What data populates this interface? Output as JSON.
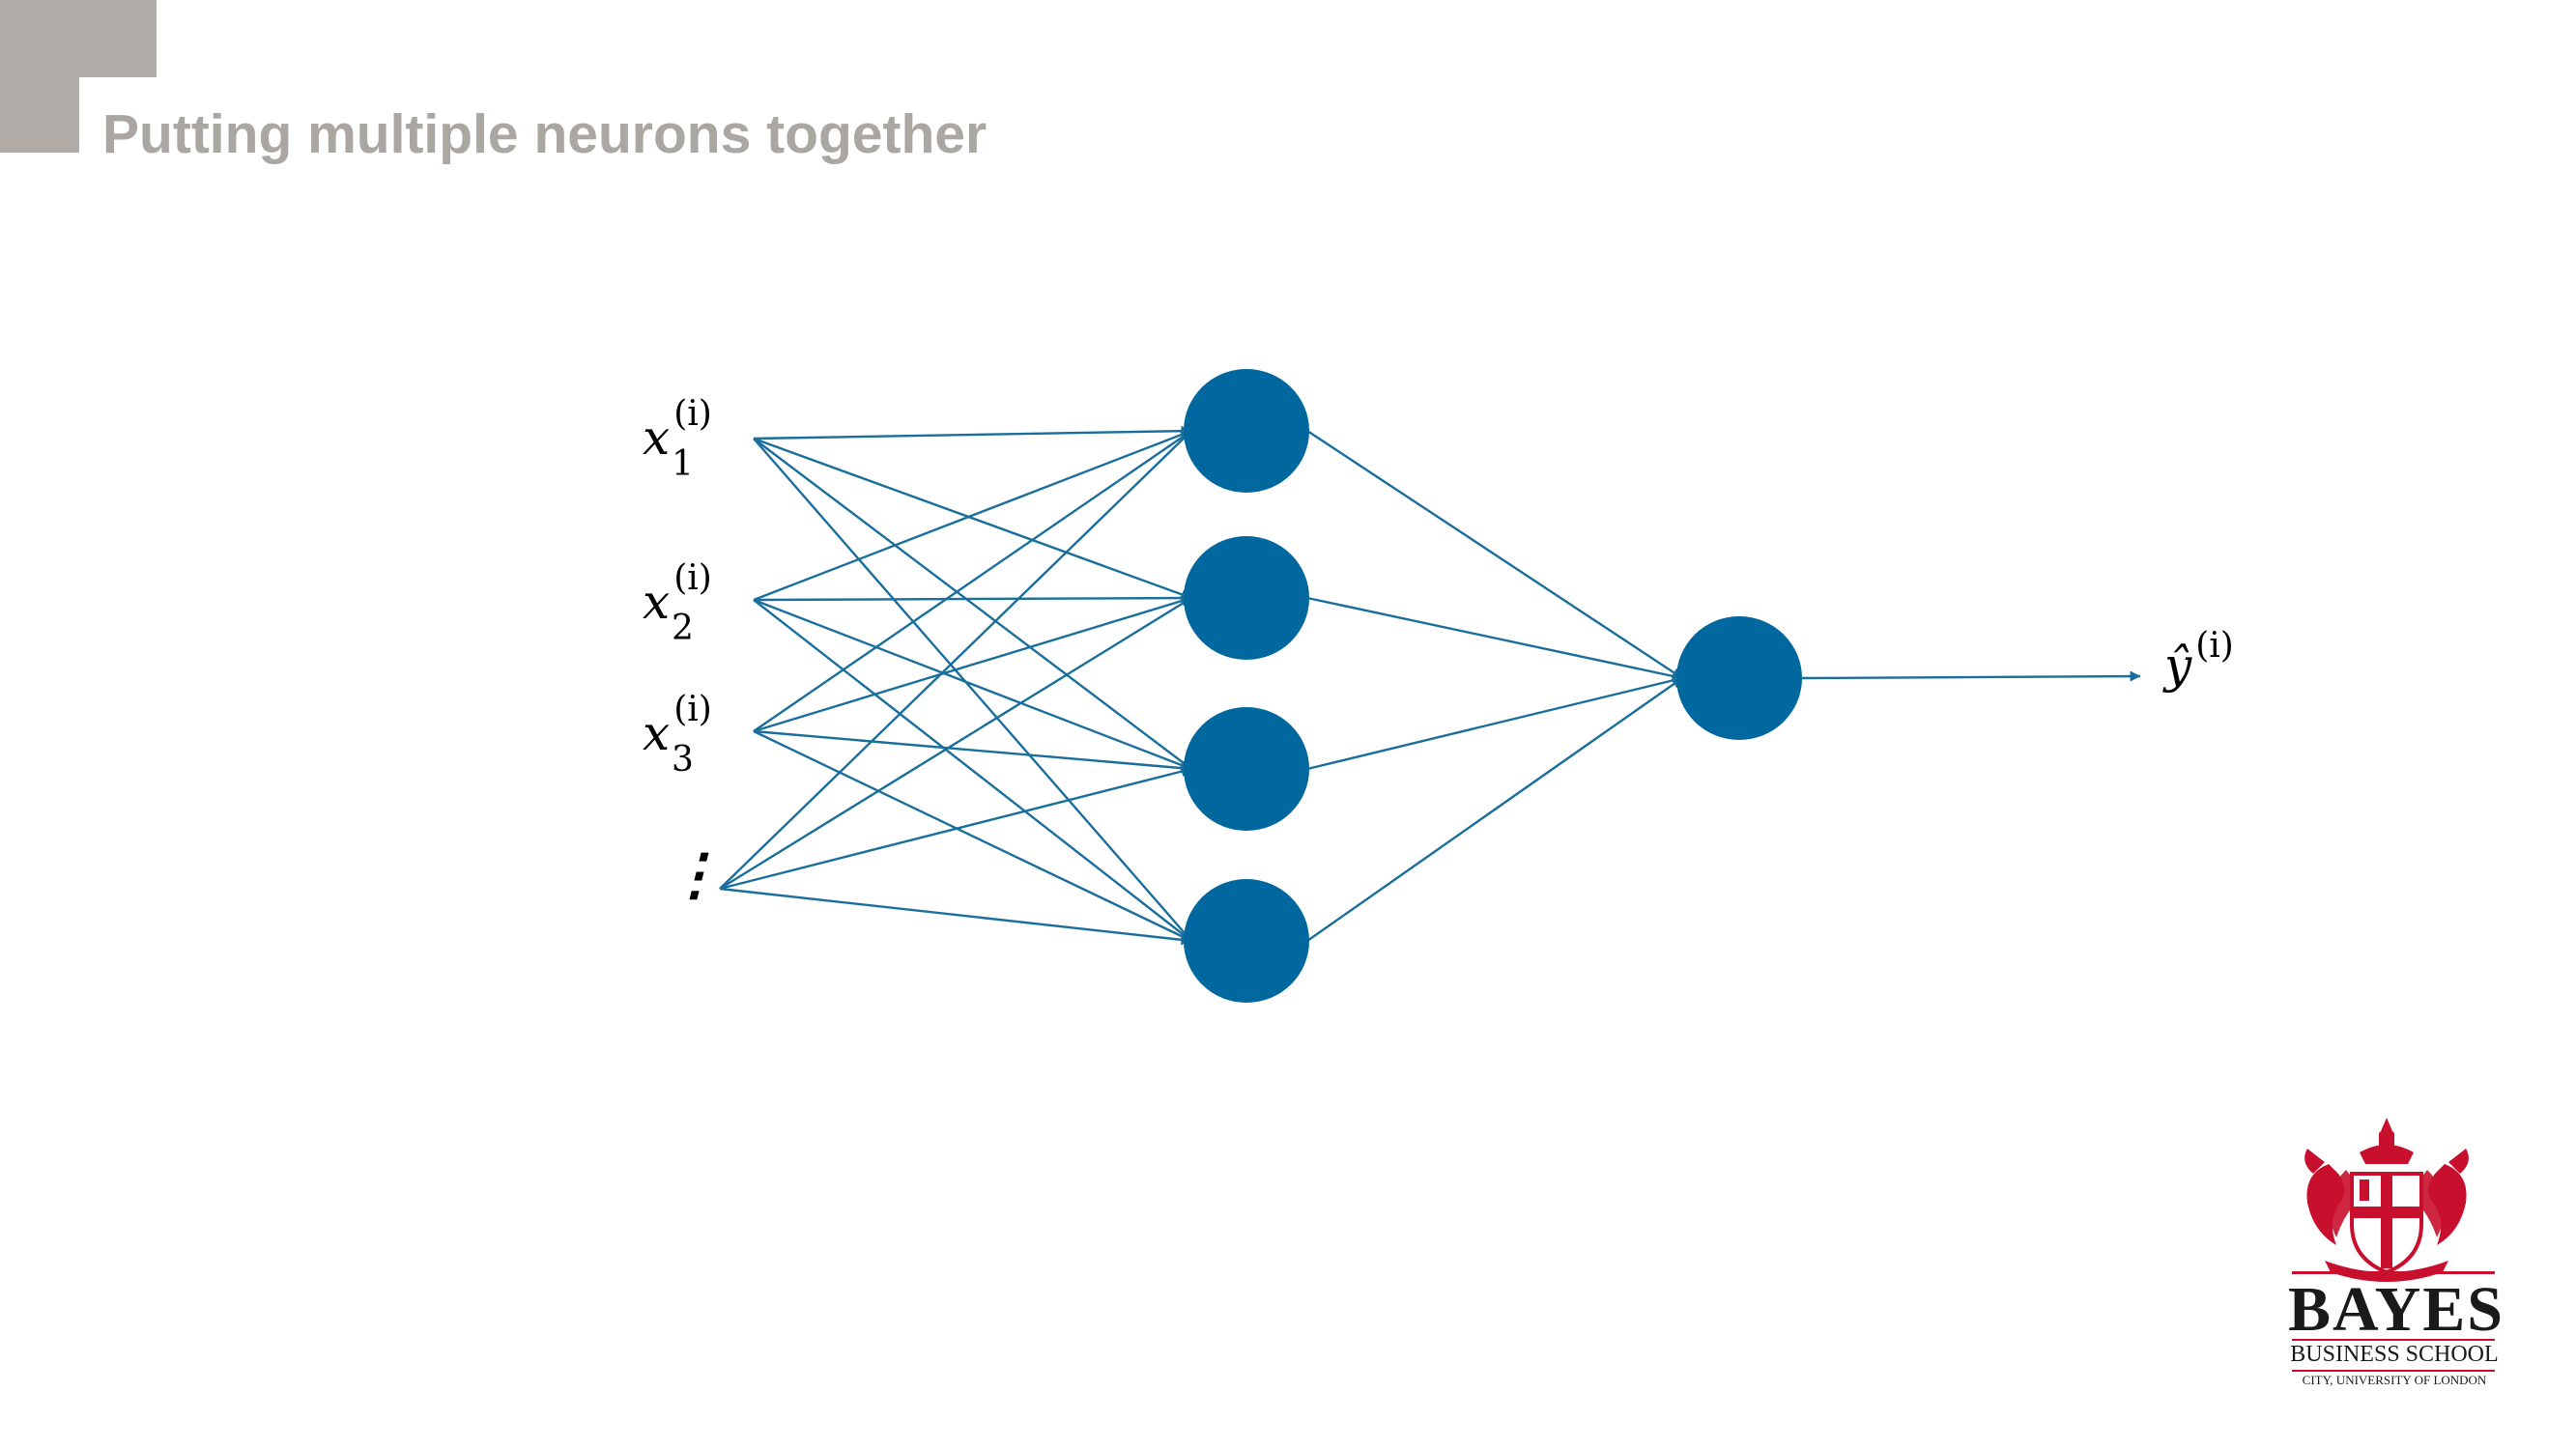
{
  "title": "Putting multiple neurons together",
  "colors": {
    "node": "#00689e",
    "edge": "#1a6e9c",
    "title": "#aaa6a1",
    "corner": "#b1aca7",
    "logo_red": "#c8102e"
  },
  "network": {
    "inputs": [
      {
        "symbol": "x",
        "sub": "1",
        "sup": "(i)"
      },
      {
        "symbol": "x",
        "sub": "2",
        "sup": "(i)"
      },
      {
        "symbol": "x",
        "sub": "3",
        "sup": "(i)"
      },
      {
        "symbol": "⋮",
        "sub": "",
        "sup": ""
      }
    ],
    "hidden_count": 4,
    "output_count": 1,
    "output_label": {
      "symbol": "ŷ",
      "sup": "(i)"
    }
  },
  "logo": {
    "name": "BAYES",
    "subtitle": "BUSINESS SCHOOL",
    "affiliation": "CITY, UNIVERSITY OF LONDON",
    "crest_icon": "coat-of-arms-icon"
  }
}
